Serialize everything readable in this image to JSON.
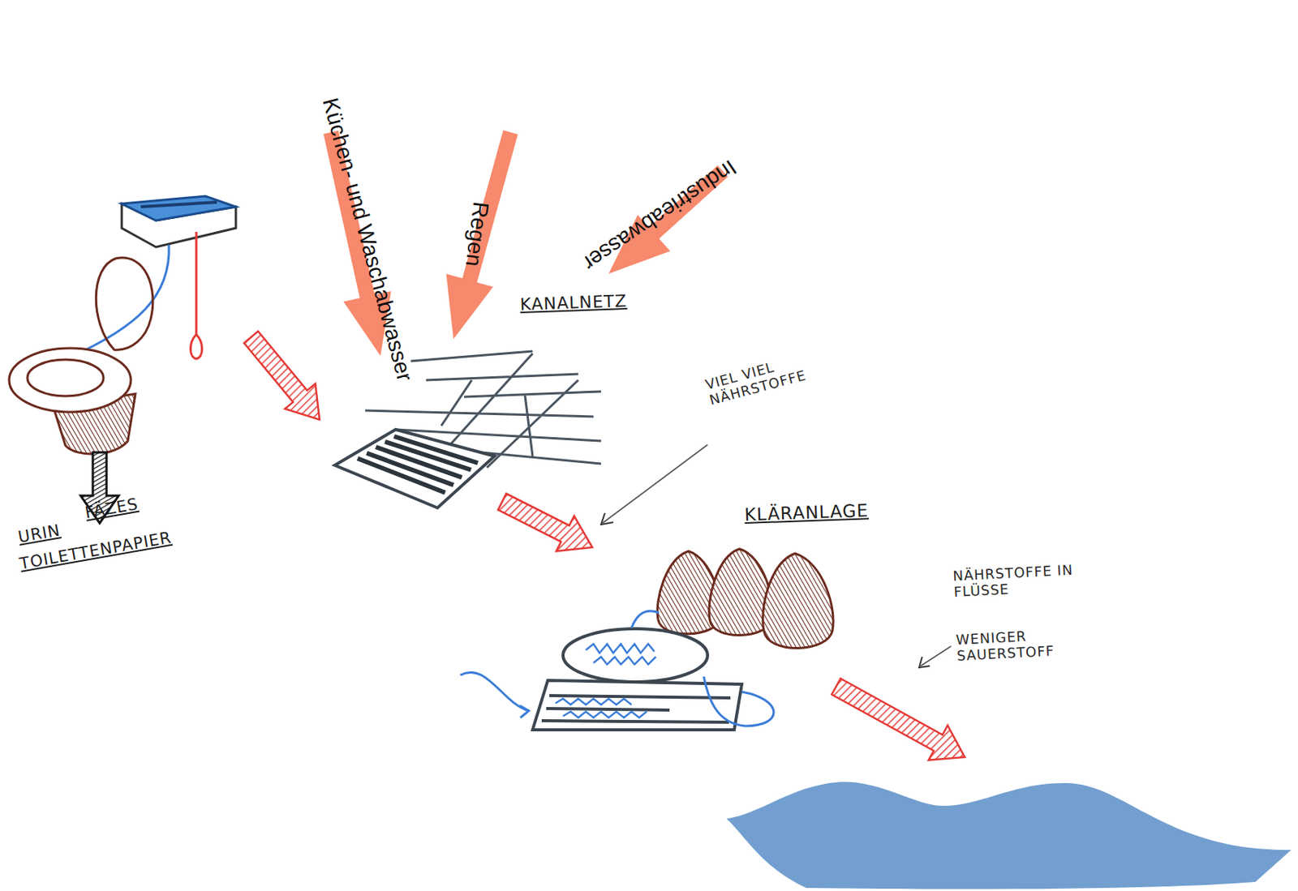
{
  "diagram": {
    "nodes": [
      {
        "text": [
          "URIN",
          "FÄZES",
          "TOILETTENPAPIER"
        ]
      },
      {
        "text": [
          "KANALNETZ"
        ]
      },
      {
        "text": [
          "KLÄRANLAGE"
        ]
      }
    ],
    "edges": [
      {
        "from": 0,
        "to": 1,
        "arrow": "to"
      },
      {
        "from": 1,
        "to": 2,
        "arrow": "to"
      }
    ],
    "labels": [
      "Küchen- und Waschabwasser",
      "Regen",
      "Industrieabwasser",
      "VIEL VIEL NÄHRSTOFFE",
      "NÄHRSTOFFE IN FLÜSSE",
      "WENIGER SAUERSTOFF"
    ]
  }
}
